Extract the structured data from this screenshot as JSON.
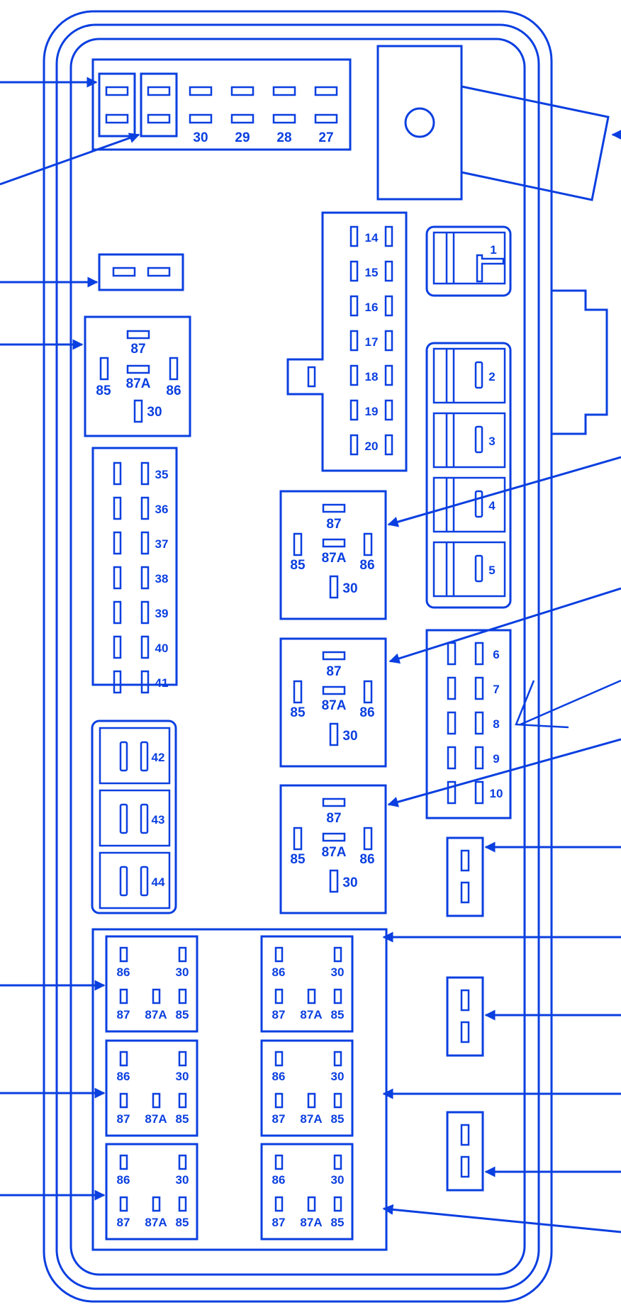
{
  "diagram": {
    "title": "Fuse box layout diagram",
    "line_color": "#0a3fe0",
    "background": "#ffffff",
    "top_fuse_row": {
      "labels": [
        "30",
        "29",
        "28",
        "27"
      ]
    },
    "main_relay_top": {
      "pins": {
        "p87": "87",
        "p87a": "87A",
        "p85": "85",
        "p86": "86",
        "p30": "30"
      }
    },
    "fuse_block_14_20": {
      "labels": [
        "14",
        "15",
        "16",
        "17",
        "18",
        "19",
        "20"
      ]
    },
    "cartridge_fuses_1_5": {
      "labels": [
        "1",
        "2",
        "3",
        "4",
        "5"
      ]
    },
    "fuse_block_35_41": {
      "labels": [
        "35",
        "36",
        "37",
        "38",
        "39",
        "40",
        "41"
      ]
    },
    "cartridge_fuses_42_44": {
      "labels": [
        "42",
        "43",
        "44"
      ]
    },
    "middle_relays": [
      {
        "p87": "87",
        "p87a": "87A",
        "p85": "85",
        "p86": "86",
        "p30": "30"
      },
      {
        "p87": "87",
        "p87a": "87A",
        "p85": "85",
        "p86": "86",
        "p30": "30"
      },
      {
        "p87": "87",
        "p87a": "87A",
        "p85": "85",
        "p86": "86",
        "p30": "30"
      }
    ],
    "fuse_block_6_10": {
      "labels": [
        "6",
        "7",
        "8",
        "9",
        "10"
      ]
    },
    "micro_relays": [
      {
        "p86": "86",
        "p30": "30",
        "p87": "87",
        "p87a": "87A",
        "p85": "85"
      },
      {
        "p86": "86",
        "p30": "30",
        "p87": "87",
        "p87a": "87A",
        "p85": "85"
      },
      {
        "p86": "86",
        "p30": "30",
        "p87": "87",
        "p87a": "87A",
        "p85": "85"
      },
      {
        "p86": "86",
        "p30": "30",
        "p87": "87",
        "p87a": "87A",
        "p85": "85"
      },
      {
        "p86": "86",
        "p30": "30",
        "p87": "87",
        "p87a": "87A",
        "p85": "85"
      },
      {
        "p86": "86",
        "p30": "30",
        "p87": "87",
        "p87a": "87A",
        "p85": "85"
      }
    ]
  }
}
